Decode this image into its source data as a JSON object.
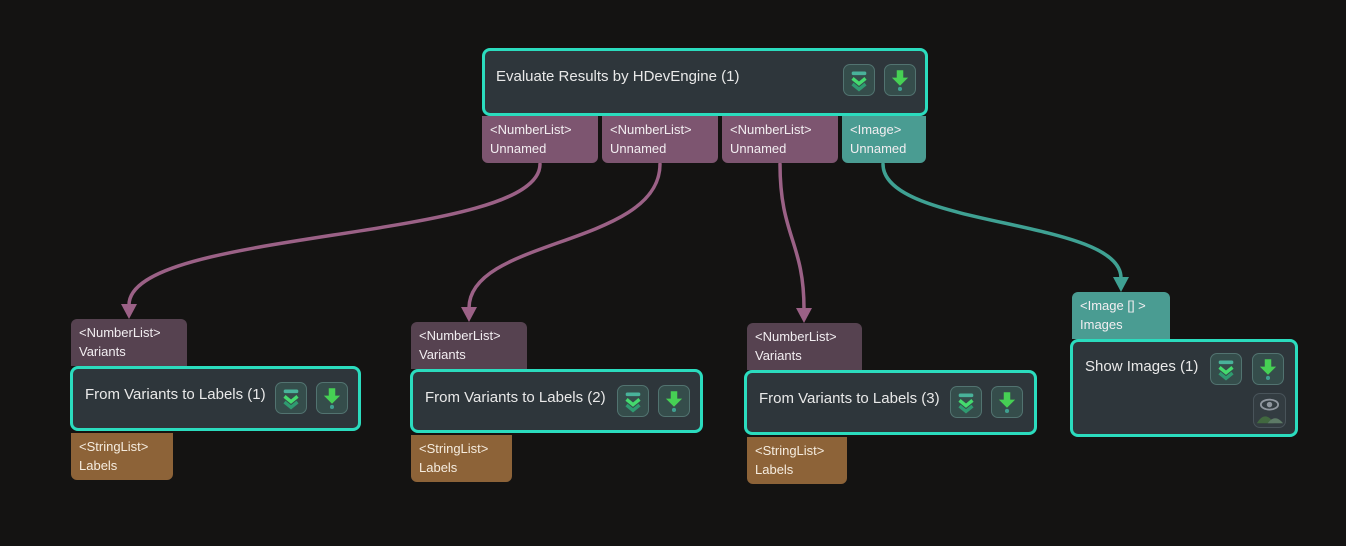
{
  "canvas": {
    "background": "#141312",
    "kind": "node-graph-editor"
  },
  "colors": {
    "node_border": "#2bdcbe",
    "node_body": "#2e363b",
    "port_numberlist_out": "#7d5570",
    "port_numberlist_in": "#564250",
    "port_image": "#4a9c92",
    "port_stringlist": "#8d6338",
    "connection_numberlist": "#9b6186",
    "connection_image": "#3fa193",
    "icon_green_arrow": "#46d054",
    "icon_teal_chevron": "#44da6e"
  },
  "icons": {
    "collapse_expand": "bar-with-double-chevron-down",
    "execute_until": "green-arrow-down-with-dot",
    "image_preview": "eye-over-mountains"
  },
  "nodes": {
    "evaluate": {
      "title": "Evaluate Results by HDevEngine (1)",
      "output_ports": [
        {
          "type": "<NumberList>",
          "name": "Unnamed"
        },
        {
          "type": "<NumberList>",
          "name": "Unnamed"
        },
        {
          "type": "<NumberList>",
          "name": "Unnamed"
        },
        {
          "type": "<Image>",
          "name": "Unnamed"
        }
      ]
    },
    "from_variants_1": {
      "title": "From Variants to Labels (1)",
      "input_port": {
        "type": "<NumberList>",
        "name": "Variants"
      },
      "output_port": {
        "type": "<StringList>",
        "name": "Labels"
      }
    },
    "from_variants_2": {
      "title": "From Variants to Labels (2)",
      "input_port": {
        "type": "<NumberList>",
        "name": "Variants"
      },
      "output_port": {
        "type": "<StringList>",
        "name": "Labels"
      }
    },
    "from_variants_3": {
      "title": "From Variants to Labels (3)",
      "input_port": {
        "type": "<NumberList>",
        "name": "Variants"
      },
      "output_port": {
        "type": "<StringList>",
        "name": "Labels"
      }
    },
    "show_images": {
      "title": "Show Images (1)",
      "input_port": {
        "type": "<Image [] >",
        "name": "Images"
      }
    }
  }
}
